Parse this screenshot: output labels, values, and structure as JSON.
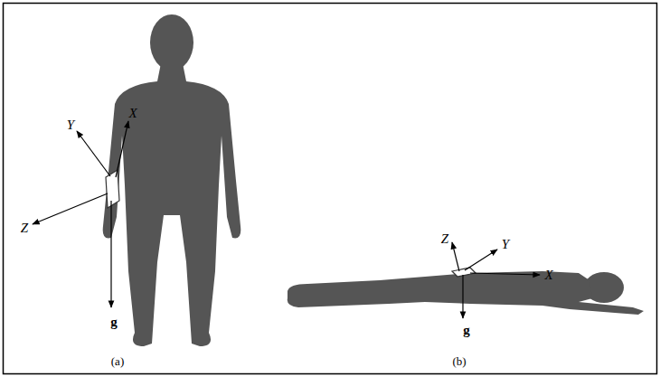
{
  "diagram": {
    "labels": [
      "Y",
      "X",
      "Z",
      "g",
      "(a)",
      "Z",
      "Y",
      "X",
      "g",
      "(b)"
    ]
  }
}
